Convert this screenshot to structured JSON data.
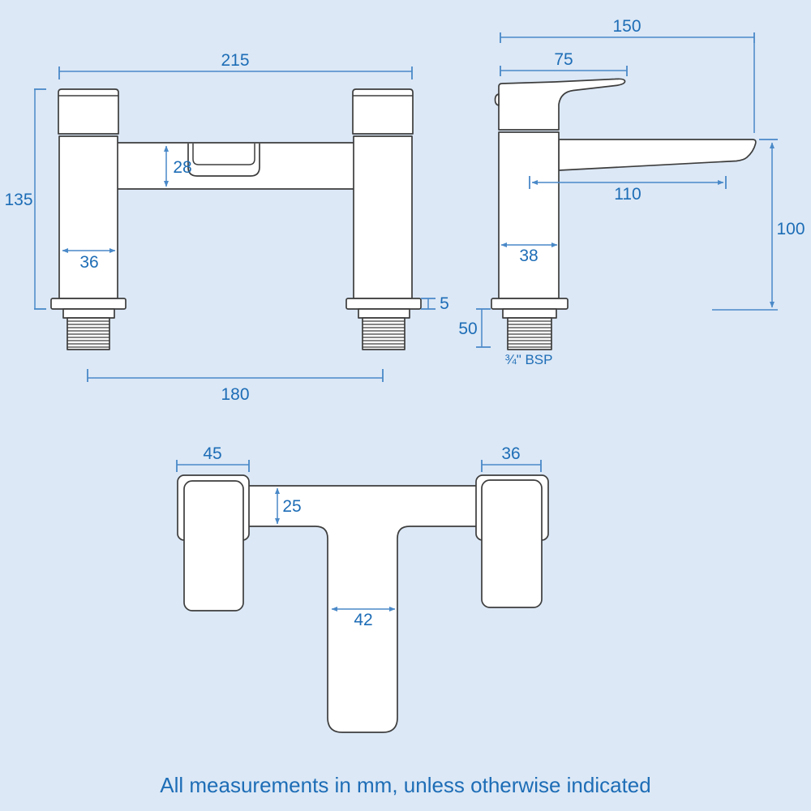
{
  "note": "All measurements in mm, unless otherwise indicated",
  "colors": {
    "background": "#dce8f6",
    "fill": "#ffffff",
    "line": "#3d3d3d",
    "dimension": "#4a89c8",
    "text": "#1d6db6"
  },
  "front": {
    "overall_width": "215",
    "height": "135",
    "bridge_depth": "28",
    "pillar_width": "36",
    "base_plate_thickness": "5",
    "tail_centres": "180"
  },
  "side": {
    "overall_depth": "150",
    "handle_reach": "75",
    "spout_reach": "110",
    "spout_height": "100",
    "body_depth": "38",
    "thread_length": "50",
    "thread_label": "¾\" BSP"
  },
  "top": {
    "handle_width": "45",
    "valve_width": "36",
    "deck_bar_depth": "25",
    "spout_body_width": "42"
  }
}
